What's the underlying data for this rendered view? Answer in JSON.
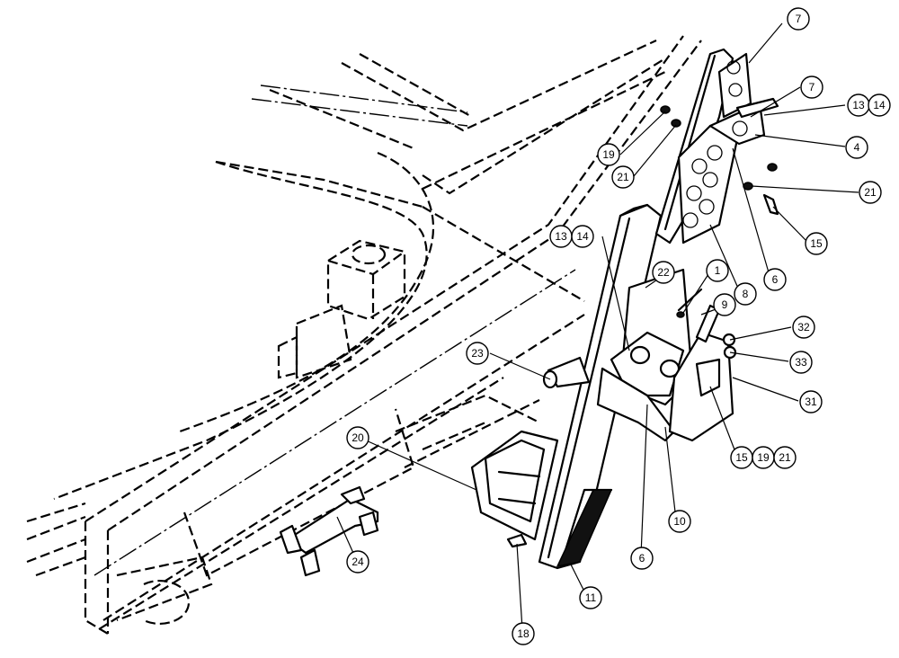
{
  "callouts": {
    "c7a": "7",
    "c7b": "7",
    "c13_14_top": "13",
    "c14_top": "14",
    "c4": "4",
    "c19": "19",
    "c21a": "21",
    "c21b": "21",
    "c15a": "15",
    "c6a": "6",
    "c8": "8",
    "c13_mid": "13",
    "c14_mid": "14",
    "c22": "22",
    "c1": "1",
    "c9": "9",
    "c32": "32",
    "c33": "33",
    "c31": "31",
    "c23": "23",
    "c20": "20",
    "c15b": "15",
    "c19b": "19",
    "c21c": "21",
    "c10": "10",
    "c6b": "6",
    "c24": "24",
    "c11": "11",
    "c18": "18"
  }
}
